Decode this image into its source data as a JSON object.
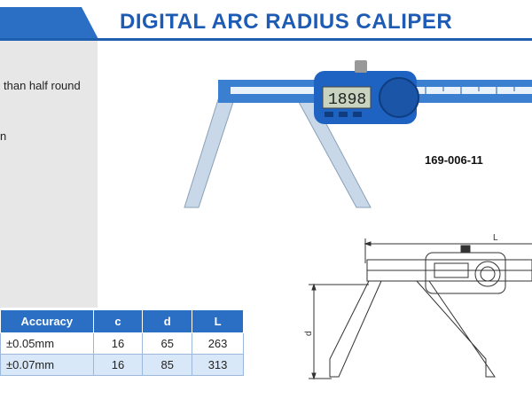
{
  "header": {
    "title": "DIGITAL ARC RADIUS CALIPER"
  },
  "description": {
    "line1": "than half round",
    "line2": "n"
  },
  "product": {
    "code": "169-006-11",
    "display_value": "1898"
  },
  "diagram": {
    "label_length": "L",
    "label_depth": "d"
  },
  "spec_table": {
    "headers": [
      "Accuracy",
      "c",
      "d",
      "L"
    ],
    "rows": [
      {
        "accuracy": "±0.05mm",
        "c": "16",
        "d": "65",
        "L": "263"
      },
      {
        "accuracy": "±0.07mm",
        "c": "16",
        "d": "85",
        "L": "313"
      }
    ]
  },
  "colors": {
    "brand_blue": "#1e5bb4",
    "header_blue": "#2a6fc4",
    "row_alt": "#d8e8f8",
    "panel_gray": "#e7e7e7"
  }
}
